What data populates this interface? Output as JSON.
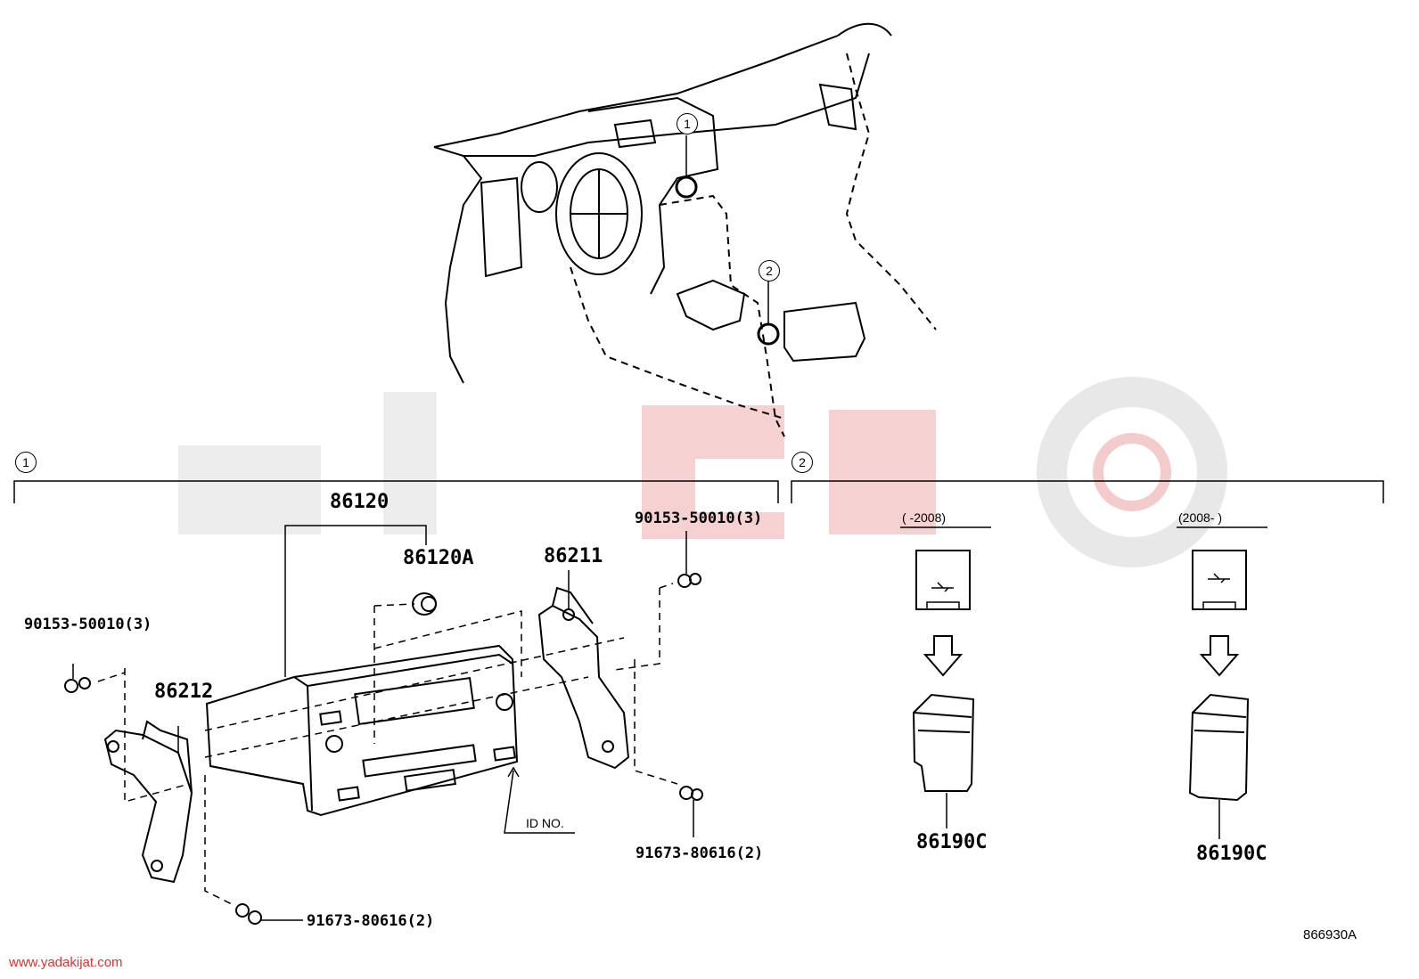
{
  "callouts": {
    "one": "1",
    "two": "2"
  },
  "section1": {
    "labels": {
      "p86120": "86120",
      "p86120A": "86120A",
      "p86211": "86211",
      "p86212": "86212",
      "bolt_left": "90153-50010(3)",
      "bolt_right": "90153-50010(3)",
      "screw_right": "91673-80616(2)",
      "screw_bottom": "91673-80616(2)",
      "id_no": "ID NO."
    }
  },
  "section2": {
    "left": {
      "range": "(        -2008)",
      "part": "86190C"
    },
    "right": {
      "range": "(2008-        )",
      "part": "86190C"
    }
  },
  "diagram_id": "866930A",
  "watermark": {
    "url": "www.yadakijat.com",
    "color": "#e03030"
  }
}
